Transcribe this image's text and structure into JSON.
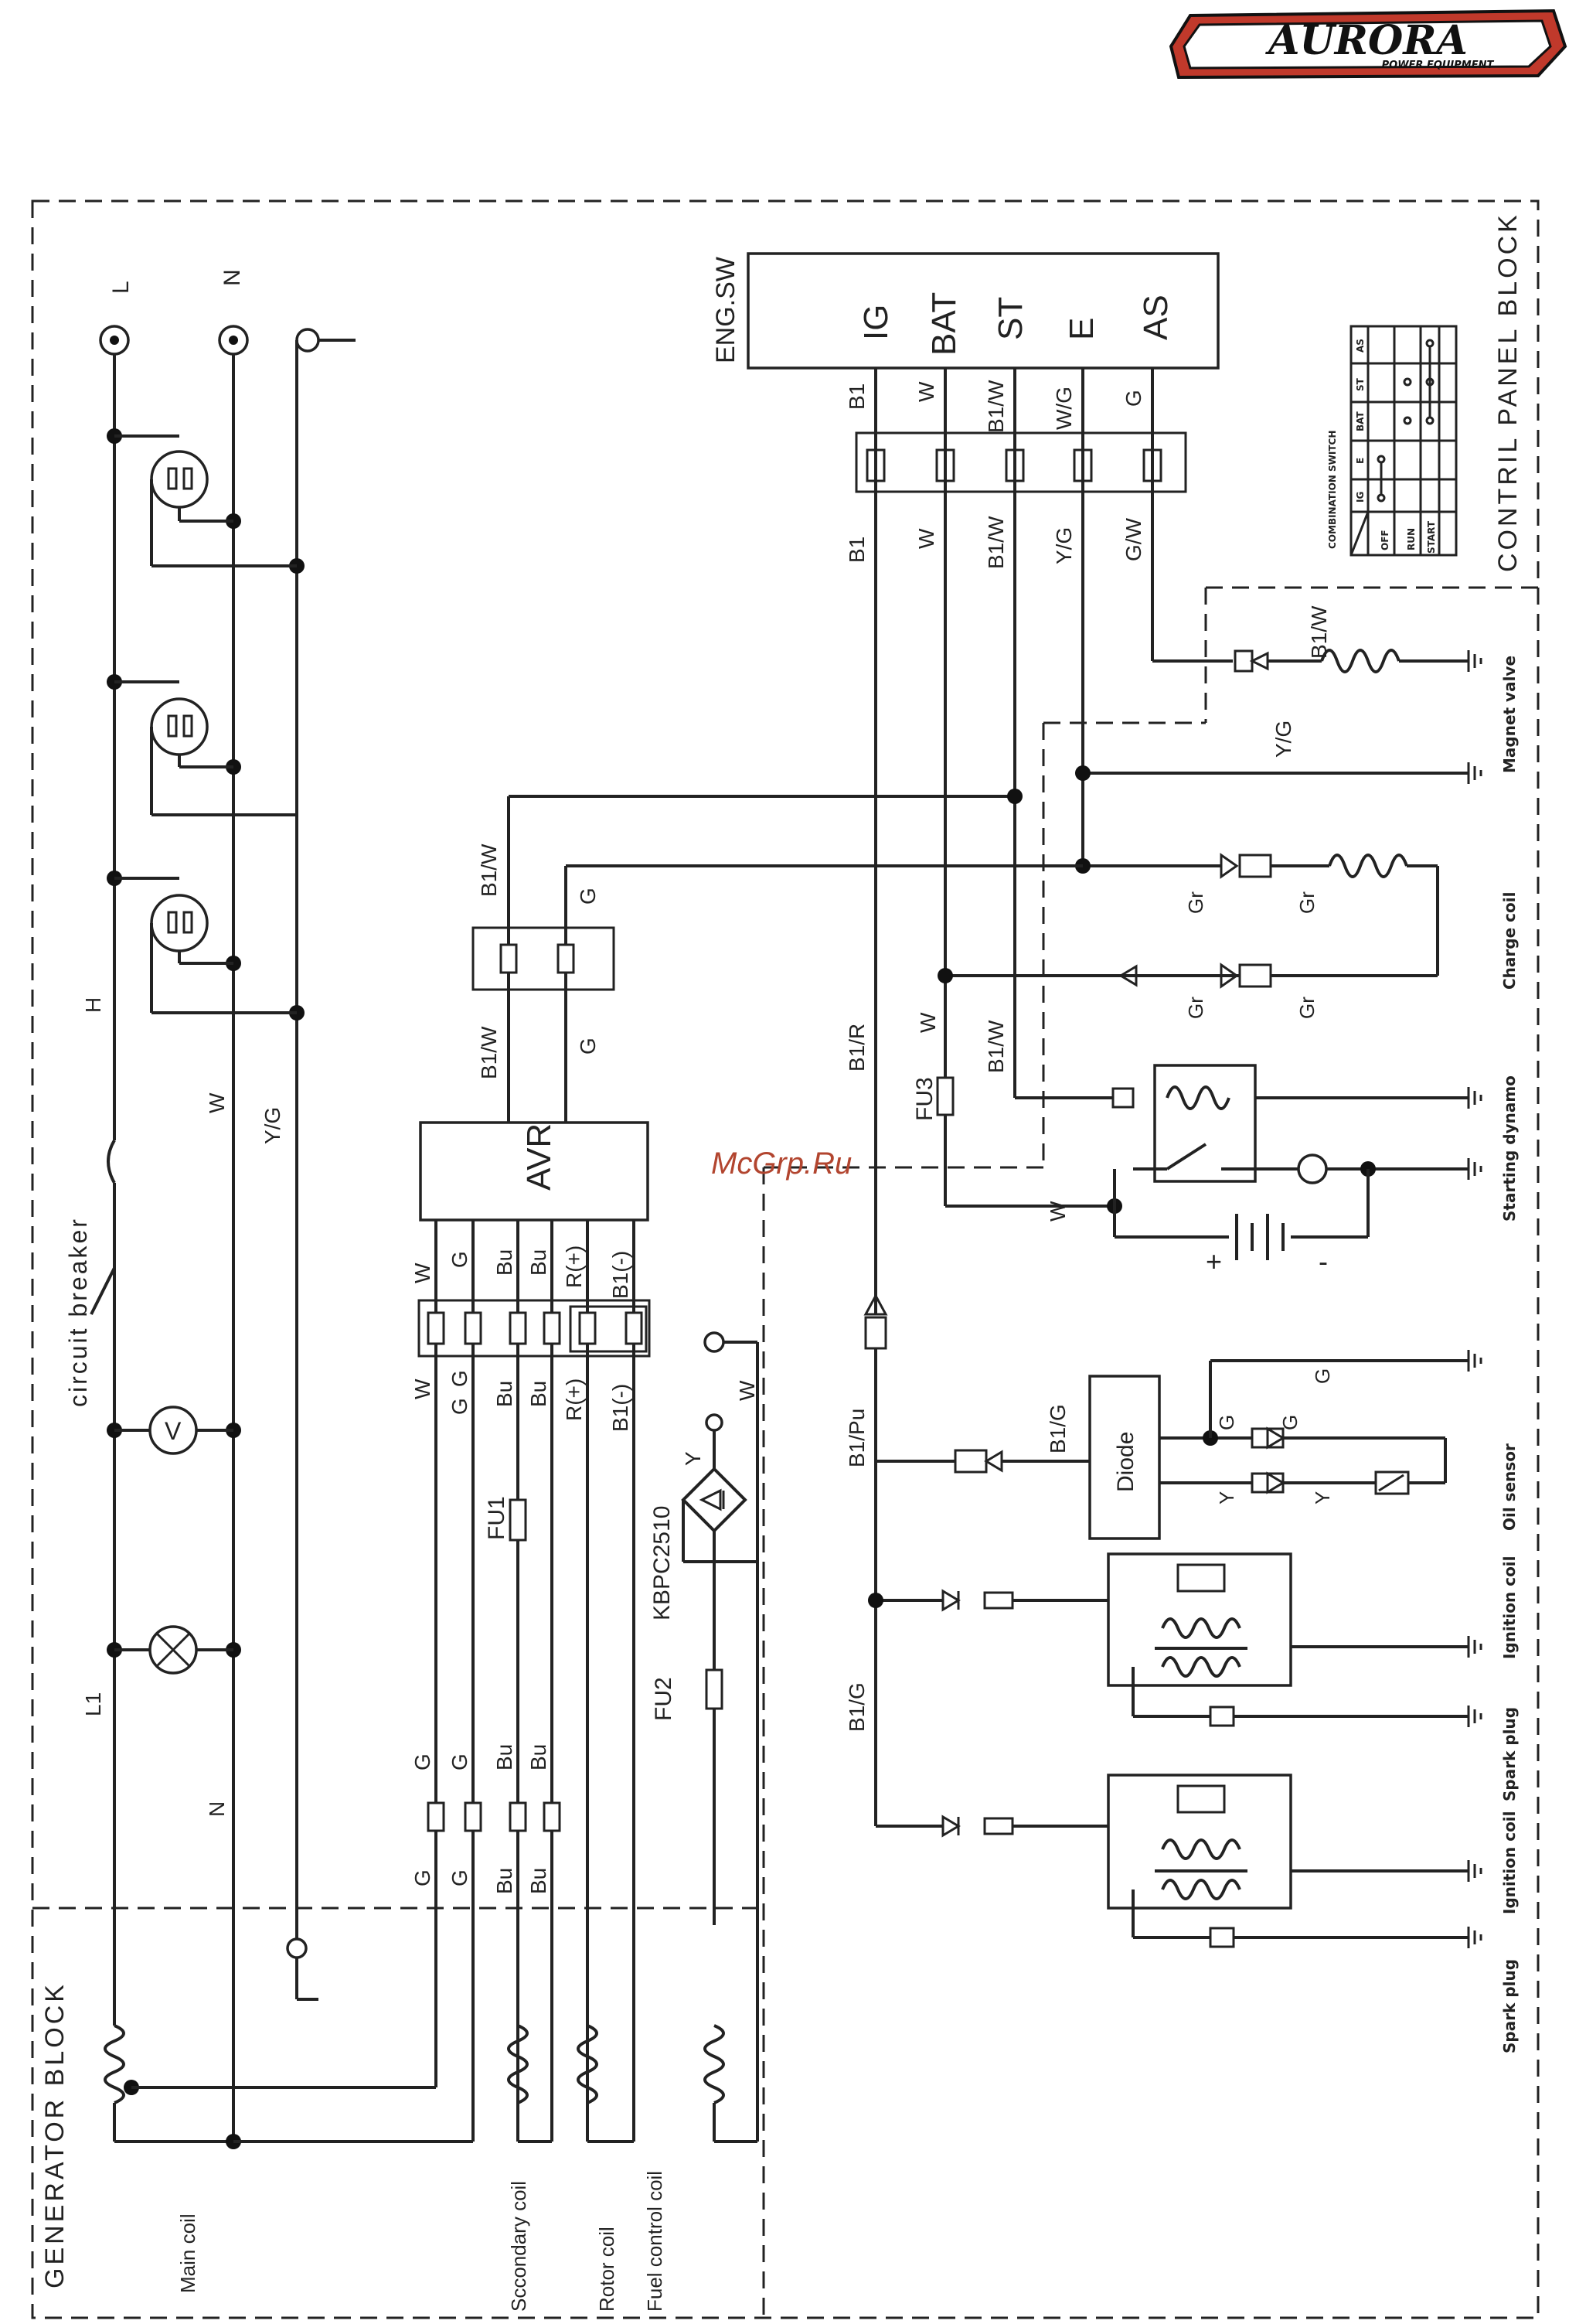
{
  "logo": {
    "brand": "AURORA",
    "tagline": "POWER EQUIPMENT"
  },
  "watermark": "McGrp.Ru",
  "blocks": {
    "control_panel": "CONTRIL PANEL BLOCK",
    "generator": "GENERATOR BLOCK"
  },
  "eng_sw": {
    "title": "ENG.SW",
    "terminals": [
      "IG",
      "BAT",
      "ST",
      "E",
      "AS"
    ]
  },
  "outlets": {
    "live": "L",
    "neutral": "N"
  },
  "combination_switch": {
    "title": "COMBINATION SWITCH",
    "columns": [
      "IG",
      "E",
      "BAT",
      "ST",
      "AS"
    ],
    "rows": [
      "OFF",
      "RUN",
      "START"
    ]
  },
  "wire_colors": {
    "b1": "B1",
    "w": "W",
    "b1w": "B1/W",
    "wg": "W/G",
    "g": "G",
    "yg": "Y/G",
    "gw": "G/W",
    "b1r": "B1/R",
    "b1pu": "B1/Pu",
    "b1g": "B1/G",
    "gr": "Gr",
    "y": "Y",
    "bu": "Bu",
    "rplus": "R(+)",
    "b1minus": "B1(-)",
    "h": "H",
    "n": "N",
    "l1": "L1"
  },
  "components": {
    "avr": "AVR",
    "diode": "Diode",
    "fu1": "FU1",
    "fu2": "FU2",
    "fu3": "FU3",
    "rectifier": "KBPC2510",
    "breaker": "circuit breaker",
    "meter": "V"
  },
  "devices": {
    "magnet_valve": "Magnet valve",
    "charge_coil": "Charge coil",
    "starting_dynamo": "Starting dynamo",
    "oil_sensor": "Oil sensor",
    "ignition_coil": "Ignition coil",
    "spark_plug": "Spark plug"
  },
  "generator_coils": {
    "main": "Main coil",
    "secondary": "Sccondary coil",
    "rotor": "Rotor coil",
    "fuel": "Fuel control coil"
  },
  "battery_signs": {
    "plus": "+",
    "minus": "-"
  },
  "colors": {
    "ink": "#222222",
    "logo_red": "#c0392b",
    "watermark": "#b2452f"
  }
}
